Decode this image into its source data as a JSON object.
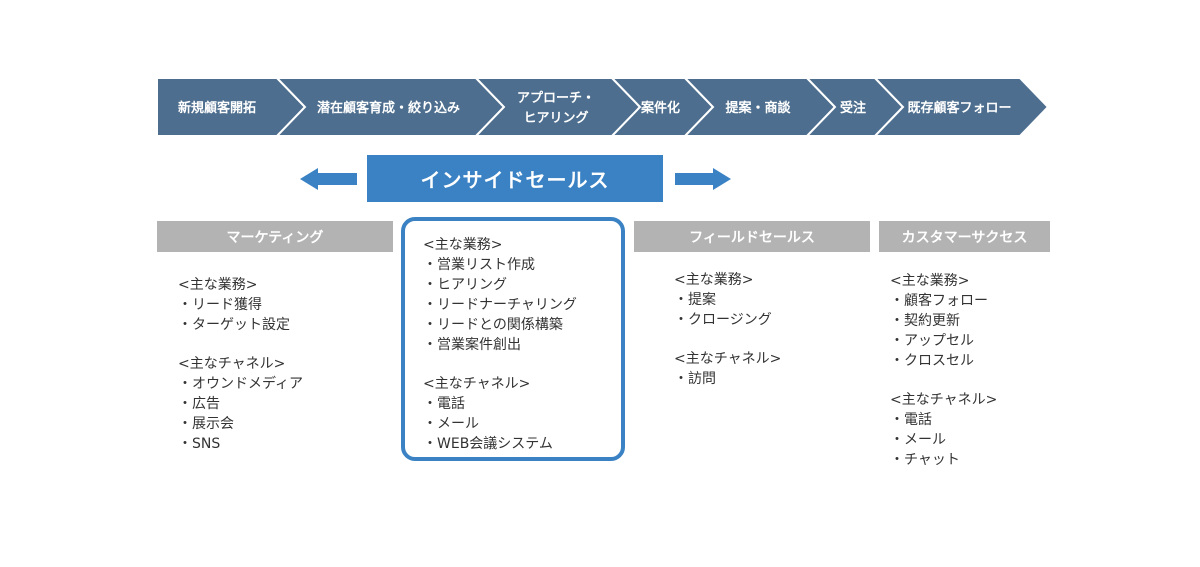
{
  "process": [
    {
      "lines": [
        "新規顧客開拓"
      ]
    },
    {
      "lines": [
        "潜在顧客育成・絞り込み"
      ]
    },
    {
      "lines": [
        "アプローチ・",
        "ヒアリング"
      ]
    },
    {
      "lines": [
        "案件化"
      ]
    },
    {
      "lines": [
        "提案・商談"
      ]
    },
    {
      "lines": [
        "受注"
      ]
    },
    {
      "lines": [
        "既存顧客フォロー"
      ]
    }
  ],
  "inside_sales": {
    "label": "インサイドセールス"
  },
  "columns": {
    "marketing": {
      "header": "マーケティング",
      "work_title": "<主な業務>",
      "work": [
        "・リード獲得",
        "・ターゲット設定"
      ],
      "channel_title": "<主なチャネル>",
      "channels": [
        "・オウンドメディア",
        "・広告",
        "・展示会",
        "・SNS"
      ]
    },
    "inside": {
      "work_title": "<主な業務>",
      "work": [
        "・営業リスト作成",
        "・ヒアリング",
        "・リードナーチャリング",
        "・リードとの関係構築",
        "・営業案件創出"
      ],
      "channel_title": "<主なチャネル>",
      "channels": [
        "・電話",
        "・メール",
        "・WEB会議システム"
      ]
    },
    "field": {
      "header": "フィールドセールス",
      "work_title": "<主な業務>",
      "work": [
        "・提案",
        "・クロージング"
      ],
      "channel_title": "<主なチャネル>",
      "channels": [
        "・訪問"
      ]
    },
    "success": {
      "header": "カスタマーサクセス",
      "work_title": "<主な業務>",
      "work": [
        "・顧客フォロー",
        "・契約更新",
        "・アップセル",
        "・クロスセル"
      ],
      "channel_title": "<主なチャネル>",
      "channels": [
        "・電話",
        "・メール",
        "・チャット"
      ]
    }
  },
  "colors": {
    "chevron": "#4d6e8e",
    "inside_sales": "#3a82c4",
    "header_gray": "#b3b3b3"
  }
}
